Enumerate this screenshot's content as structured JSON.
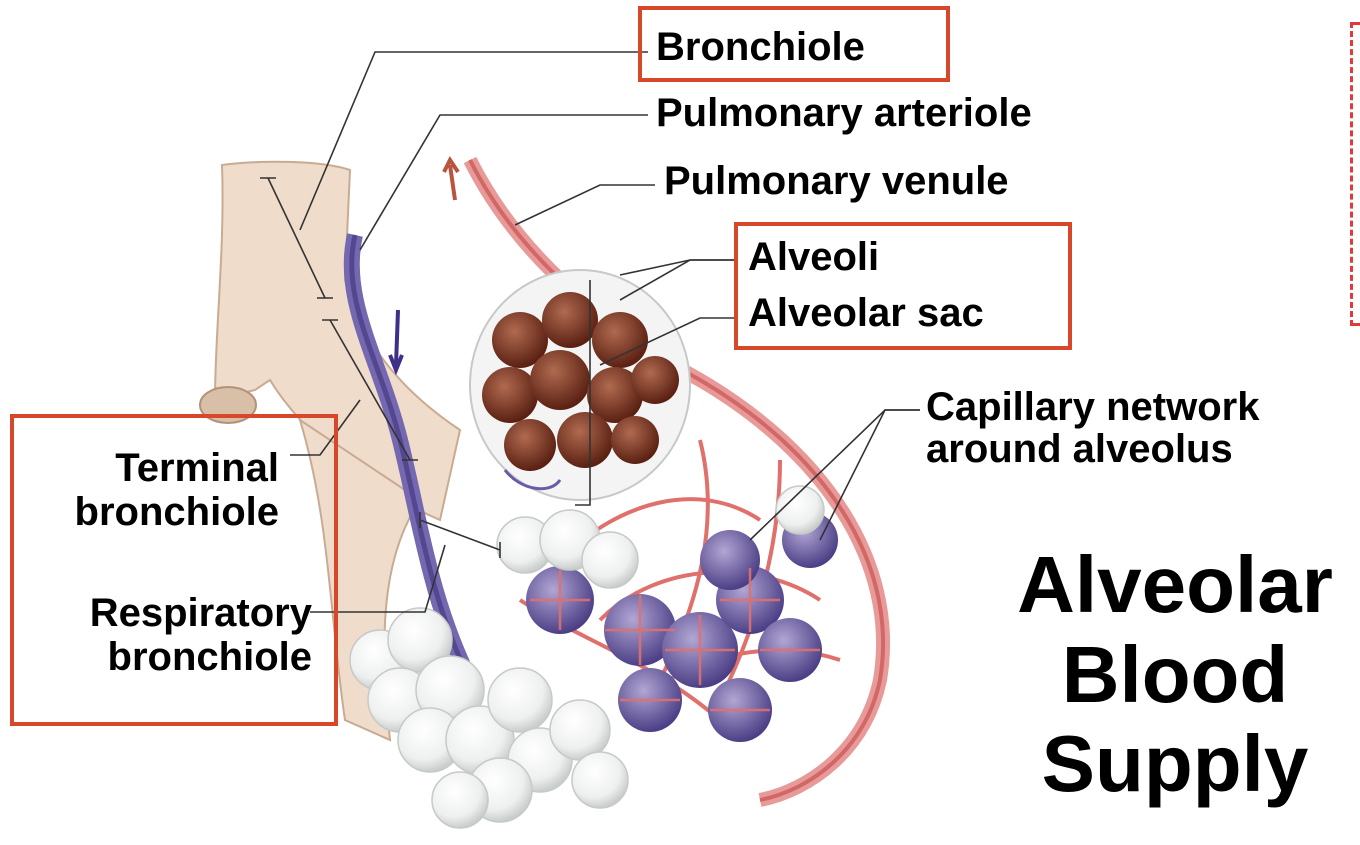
{
  "labels": {
    "bronchiole": "Bronchiole",
    "pulmonary_arteriole": "Pulmonary arteriole",
    "pulmonary_venule": "Pulmonary venule",
    "alveoli": "Alveoli",
    "alveolar_sac": "Alveolar sac",
    "capillary_line1": "Capillary network",
    "capillary_line2": "around alveolus",
    "terminal_line1": "Terminal",
    "terminal_line2": "bronchiole",
    "respiratory_line1": "Respiratory",
    "respiratory_line2": "bronchiole"
  },
  "title": {
    "line1": "Alveolar",
    "line2": "Blood",
    "line3": "Supply"
  },
  "colors": {
    "highlight_box": "#d9472b",
    "bronchiole_tan": "#efdccb",
    "artery_blue": "#5b4d9a",
    "venule_red": "#d96a6a",
    "alveolus_brown": "#6b2a1c"
  }
}
